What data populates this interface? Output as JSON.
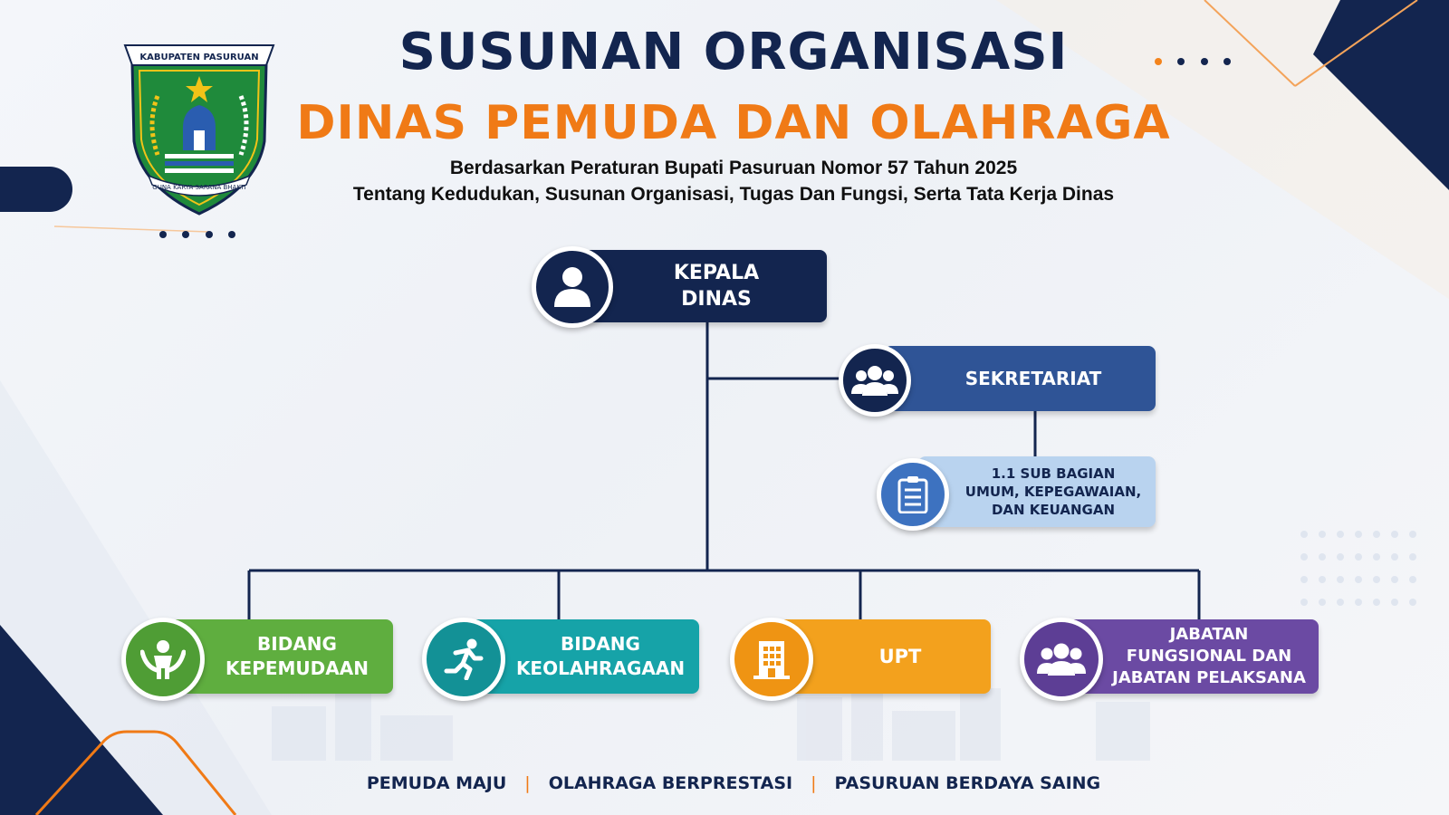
{
  "header": {
    "title_line1": "SUSUNAN ORGANISASI",
    "title_line2": "DINAS PEMUDA DAN OLAHRAGA",
    "subtitle_line1": "Berdasarkan Peraturan Bupati Pasuruan Nomor 57 Tahun 2025",
    "subtitle_line2": "Tentang Kedudukan, Susunan Organisasi, Tugas Dan Fungsi, Serta Tata Kerja Dinas"
  },
  "logo": {
    "banner_text": "KABUPATEN PASURUAN",
    "motto_text": "GUNA KARYA SARANA BHAKTI"
  },
  "org_chart": {
    "kepala": {
      "line1": "KEPALA",
      "line2": "DINAS",
      "icon": "person-icon"
    },
    "sekretariat": {
      "label": "SEKRETARIAT",
      "icon": "group-icon"
    },
    "sub_bagian": {
      "line1": "1.1 SUB BAGIAN",
      "line2": "UMUM, KEPEGAWAIAN,",
      "line3": "DAN KEUANGAN",
      "icon": "clipboard-icon"
    },
    "bidang": [
      {
        "line1": "BIDANG",
        "line2": "KEPEMUDAAN",
        "icon": "youth-icon",
        "color": "#5fae3f"
      },
      {
        "line1": "BIDANG",
        "line2": "KEOLAHRAGAAN",
        "icon": "runner-icon",
        "color": "#16a3a8"
      },
      {
        "line1": "UPT",
        "line2": "",
        "icon": "building-icon",
        "color": "#f3a11d"
      },
      {
        "line1": "JABATAN",
        "line2": "FUNGSIONAL DAN",
        "line3": "JABATAN PELAKSANA",
        "icon": "group-icon",
        "color": "#6b4aa3"
      }
    ]
  },
  "colors": {
    "navy": "#13254f",
    "orange": "#f07a16",
    "sekretariat_blue": "#2f5496",
    "sub_bagian_light": "#b9d3ef"
  },
  "footer": {
    "item1": "PEMUDA MAJU",
    "item2": "OLAHRAGA BERPRESTASI",
    "item3": "PASURUAN BERDAYA SAING",
    "separator": "|"
  }
}
